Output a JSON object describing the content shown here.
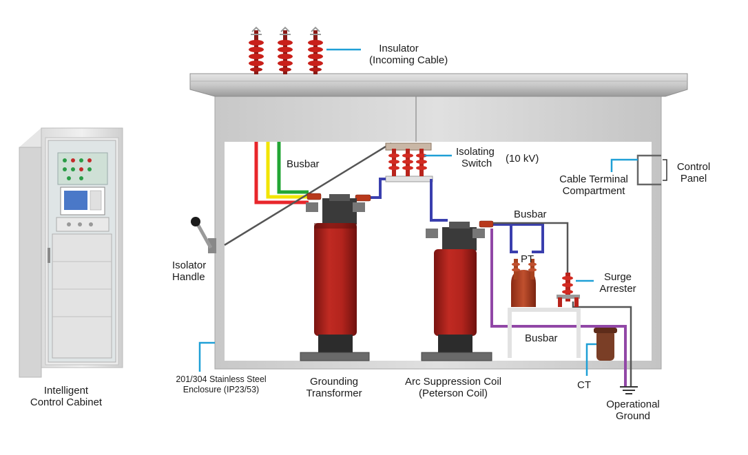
{
  "labels": {
    "insulator": [
      "Insulator",
      "(Incoming Cable)"
    ],
    "busbar_top": "Busbar",
    "isolating_switch": [
      "Isolating",
      "Switch"
    ],
    "voltage": "(10 kV)",
    "cable_terminal": [
      "Cable Terminal",
      "Compartment"
    ],
    "control_panel": [
      "Control",
      "Panel"
    ],
    "busbar_right": "Busbar",
    "pt": "PT",
    "surge_arrester": [
      "Surge",
      "Arrester"
    ],
    "busbar_bottom": "Busbar",
    "isolator_handle": [
      "Isolator",
      "Handle"
    ],
    "enclosure": [
      "201/304 Stainless Steel",
      "Enclosure (IP23/53)"
    ],
    "grounding_transformer": [
      "Grounding",
      "Transformer"
    ],
    "arc_suppression": [
      "Arc Suppression Coil",
      "(Peterson Coil)"
    ],
    "ct": "CT",
    "operational_ground": [
      "Operational",
      "Ground"
    ],
    "cabinet": [
      "Intelligent",
      "Control Cabinet"
    ]
  },
  "colors": {
    "phase_red": "#e8262b",
    "phase_yellow": "#f2e500",
    "phase_green": "#22a534",
    "blue_wire": "#3a3fae",
    "purple_wire": "#9147a6",
    "gray_wire": "#555555",
    "leader": "#1e9fd6",
    "coil_red": "#a8201b",
    "enclosure": "#d7d7d7"
  }
}
